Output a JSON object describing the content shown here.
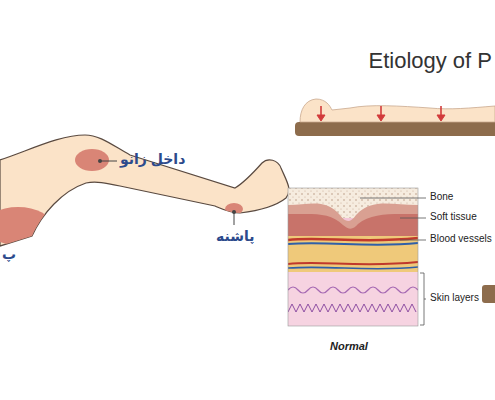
{
  "diagram": {
    "title": "Etiology of P",
    "labels": [
      "داخل زانو",
      "پاشنه",
      "پ",
      "Bone",
      "Soft tissue",
      "Blood vessels",
      "Skin layers",
      "Normal"
    ]
  }
}
